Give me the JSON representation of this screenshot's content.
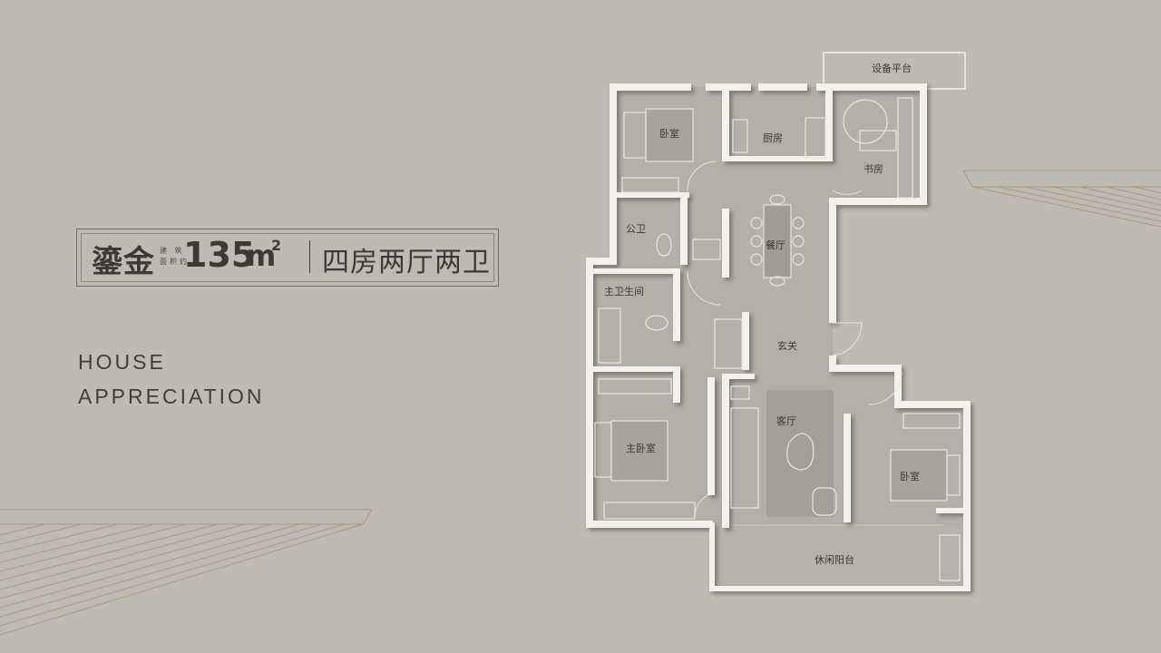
{
  "header": {
    "name": "鎏金",
    "small_line1": "建 筑",
    "small_line2": "面积约",
    "area_value": "135",
    "area_unit": "m",
    "area_sup": "2",
    "house_type": "四房两厅两卫"
  },
  "subtitle": {
    "line1": "HOUSE",
    "line2": "APPRECIATION"
  },
  "floorplan": {
    "rooms": {
      "equipment_platform": "设备平台",
      "bedroom_north": "卧室",
      "kitchen": "厨房",
      "study": "书房",
      "public_bath": "公卫",
      "dining": "餐厅",
      "master_bath": "主卫生间",
      "foyer": "玄关",
      "living": "客厅",
      "master_bedroom": "主卧室",
      "bedroom_south": "卧室",
      "leisure_balcony": "休闲阳台"
    }
  },
  "colors": {
    "background": "#bebbb5",
    "wall": "#f2f1ee",
    "floor": "#b3b0aa",
    "accent_line": "#a8916c"
  }
}
